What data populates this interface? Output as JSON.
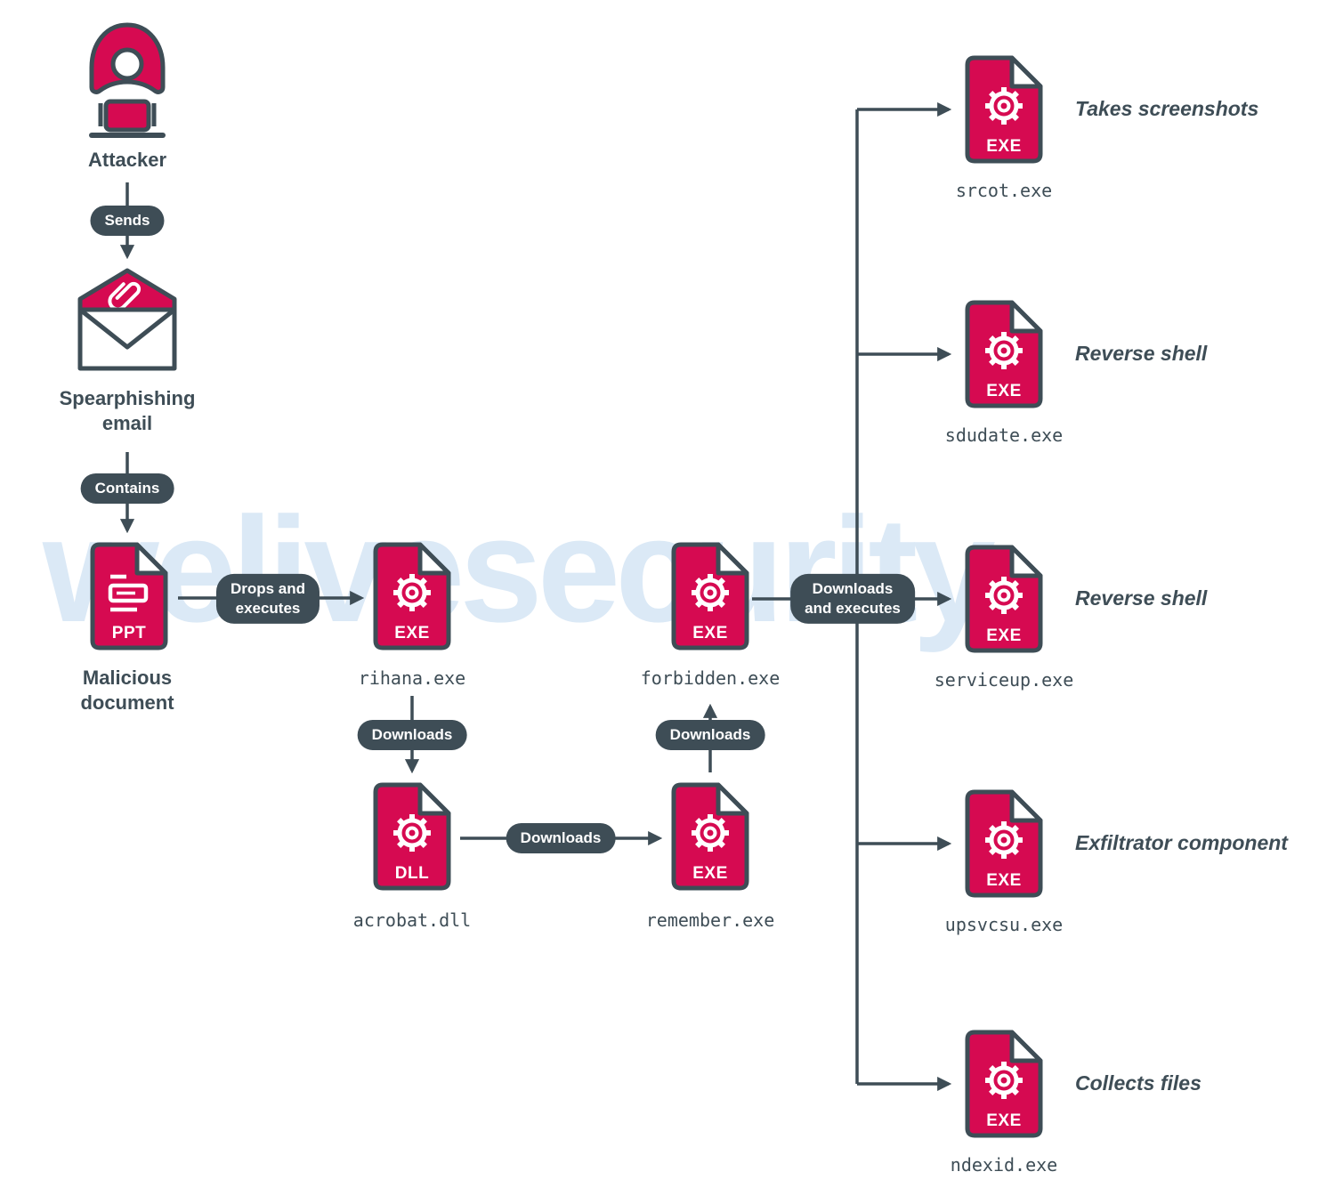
{
  "watermark": "welivesecurity",
  "colors": {
    "accent": "#d60a51",
    "slate": "#3e4d56",
    "watermark": "#dbe9f6"
  },
  "attacker": {
    "label": "Attacker"
  },
  "email": {
    "label": "Spearphishing\nemail"
  },
  "document": {
    "label": "Malicious\ndocument",
    "badge": "PPT"
  },
  "files": {
    "rihana": {
      "badge": "EXE",
      "name": "rihana.exe"
    },
    "acrobat": {
      "badge": "DLL",
      "name": "acrobat.dll"
    },
    "remember": {
      "badge": "EXE",
      "name": "remember.exe"
    },
    "forbidden": {
      "badge": "EXE",
      "name": "forbidden.exe"
    }
  },
  "payloads": [
    {
      "badge": "EXE",
      "name": "srcot.exe",
      "desc": "Takes screenshots"
    },
    {
      "badge": "EXE",
      "name": "sdudate.exe",
      "desc": "Reverse shell"
    },
    {
      "badge": "EXE",
      "name": "serviceup.exe",
      "desc": "Reverse shell"
    },
    {
      "badge": "EXE",
      "name": "upsvcsu.exe",
      "desc": "Exfiltrator component"
    },
    {
      "badge": "EXE",
      "name": "ndexid.exe",
      "desc": "Collects files"
    }
  ],
  "edges": {
    "sends": "Sends",
    "contains": "Contains",
    "drops": "Drops and\nexecutes",
    "downloads_a": "Downloads",
    "downloads_b": "Downloads",
    "downloads_c": "Downloads",
    "downloads_executes": "Downloads\nand executes"
  }
}
